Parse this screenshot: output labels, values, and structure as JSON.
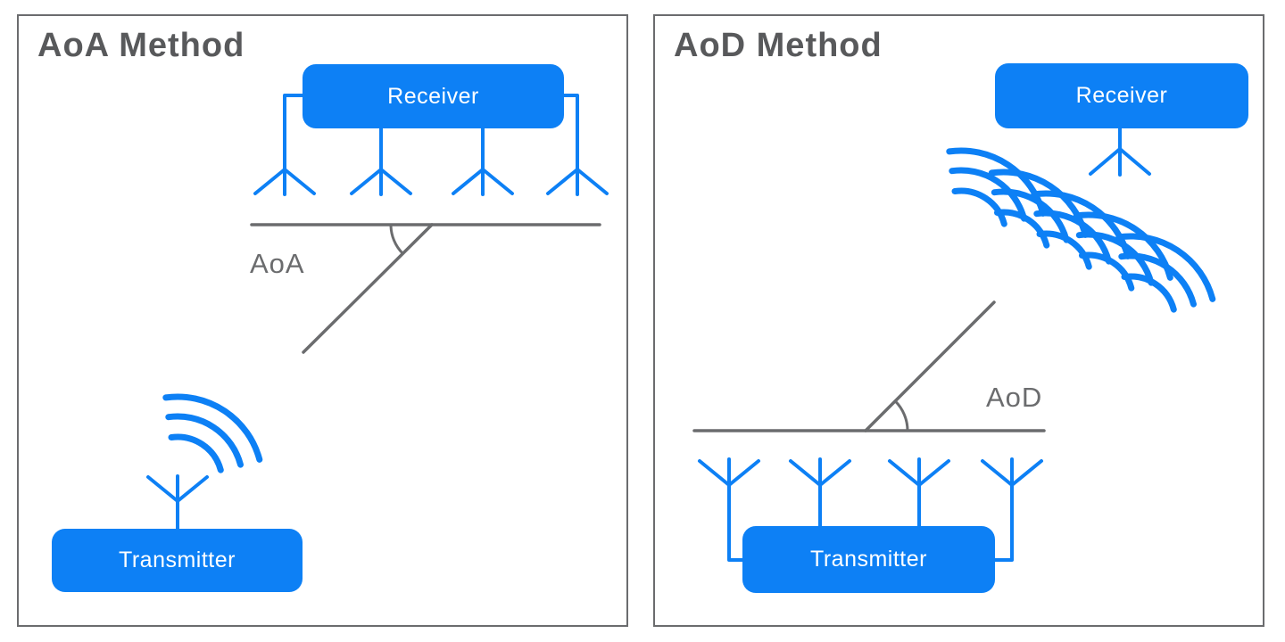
{
  "colors": {
    "accent_blue": "#0d80f5",
    "line_gray": "#6b6c6e",
    "title_gray": "#58595b",
    "box_text_white": "#ffffff",
    "background": "#ffffff"
  },
  "panels": {
    "aoa": {
      "title": "AoA Method",
      "receiver_label": "Receiver",
      "transmitter_label": "Transmitter",
      "angle_label": "AoA",
      "icons": {
        "receiver_array": "antenna-array-icon",
        "transmitter_antenna": "antenna-icon",
        "signal": "wifi-waves-icon"
      }
    },
    "aod": {
      "title": "AoD Method",
      "receiver_label": "Receiver",
      "transmitter_label": "Transmitter",
      "angle_label": "AoD",
      "icons": {
        "transmitter_array": "antenna-array-icon",
        "receiver_antenna": "antenna-icon",
        "signal": "wavefront-waves-icon"
      }
    }
  }
}
